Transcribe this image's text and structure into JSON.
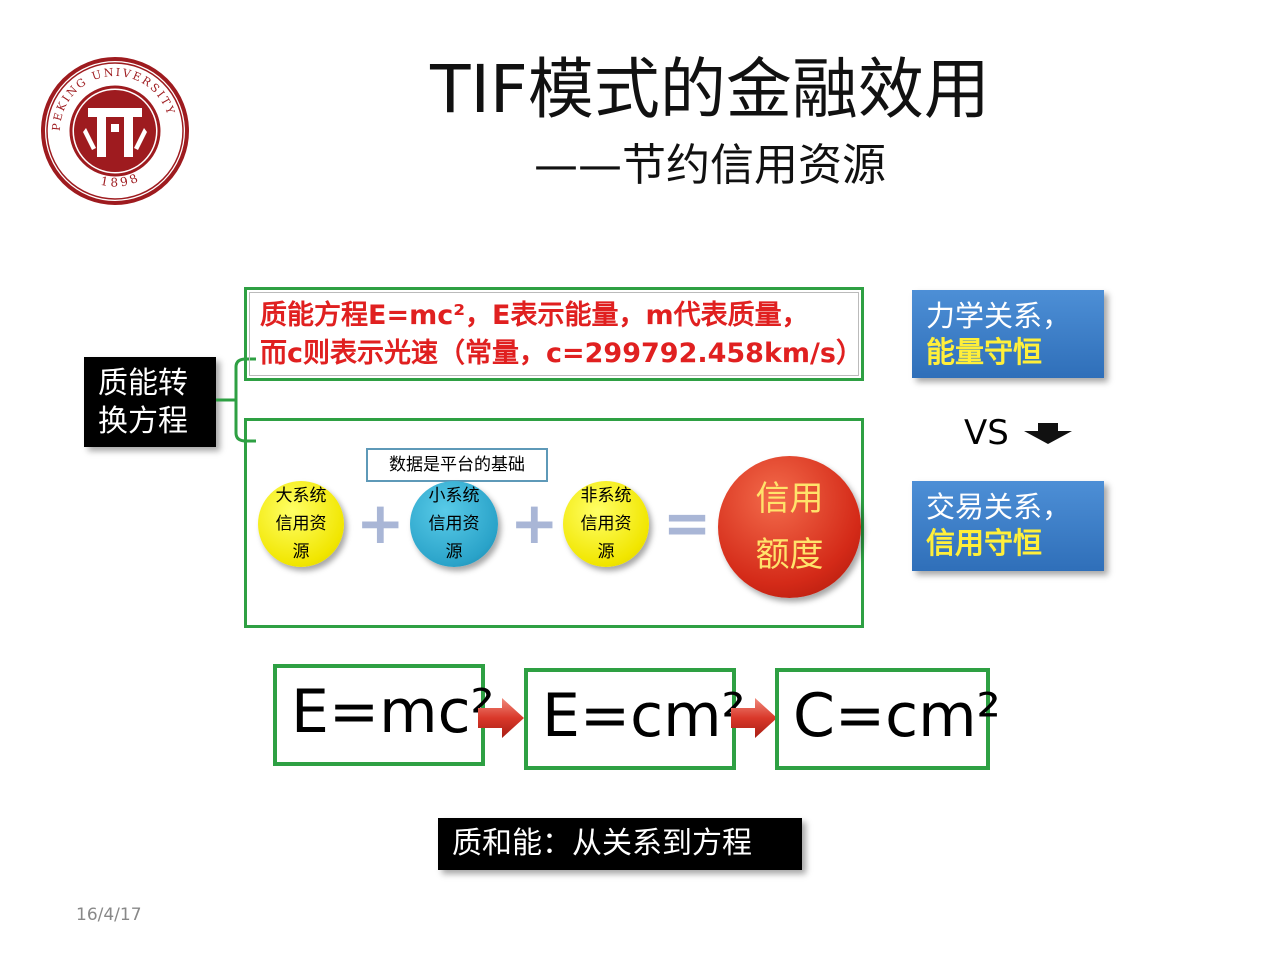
{
  "slide": {
    "title": "TIF模式的金融效用",
    "subtitle": "——节约信用资源",
    "date": "16/4/17"
  },
  "logo": {
    "ring_text_top": "PEKING UNIVERSITY",
    "ring_text_bottom": "1898",
    "color": "#9e1b1f"
  },
  "left_label": {
    "line1": "质能转",
    "line2": "换方程"
  },
  "formula_box": {
    "line1": "质能方程E=mc²，E表示能量，m代表质量，",
    "line2": "而c则表示光速（常量，c=299792.458km/s）"
  },
  "resource_diagram": {
    "basis_label": "数据是平台的基础",
    "circles": [
      {
        "line1": "大系统",
        "line2": "信用资",
        "line3": "源"
      },
      {
        "line1": "小系统",
        "line2": "信用资",
        "line3": "源"
      },
      {
        "line1": "非系统",
        "line2": "信用资",
        "line3": "源"
      }
    ],
    "plus": "+",
    "equals": "=",
    "result": {
      "line1": "信用",
      "line2": "额度"
    }
  },
  "right_boxes": {
    "mechanics": {
      "line1": "力学关系，",
      "line2": "能量守恒"
    },
    "vs": "VS",
    "trade": {
      "line1": "交易关系，",
      "line2": "信用守恒"
    }
  },
  "equations": [
    "E=mc²",
    "E=cm²",
    "C=cm²"
  ],
  "caption": "质和能：从关系到方程",
  "colors": {
    "green_border": "#2ea043",
    "formula_red": "#e02020",
    "blue_box": "#3a7cc8",
    "yellow_text": "#ffef3a"
  }
}
